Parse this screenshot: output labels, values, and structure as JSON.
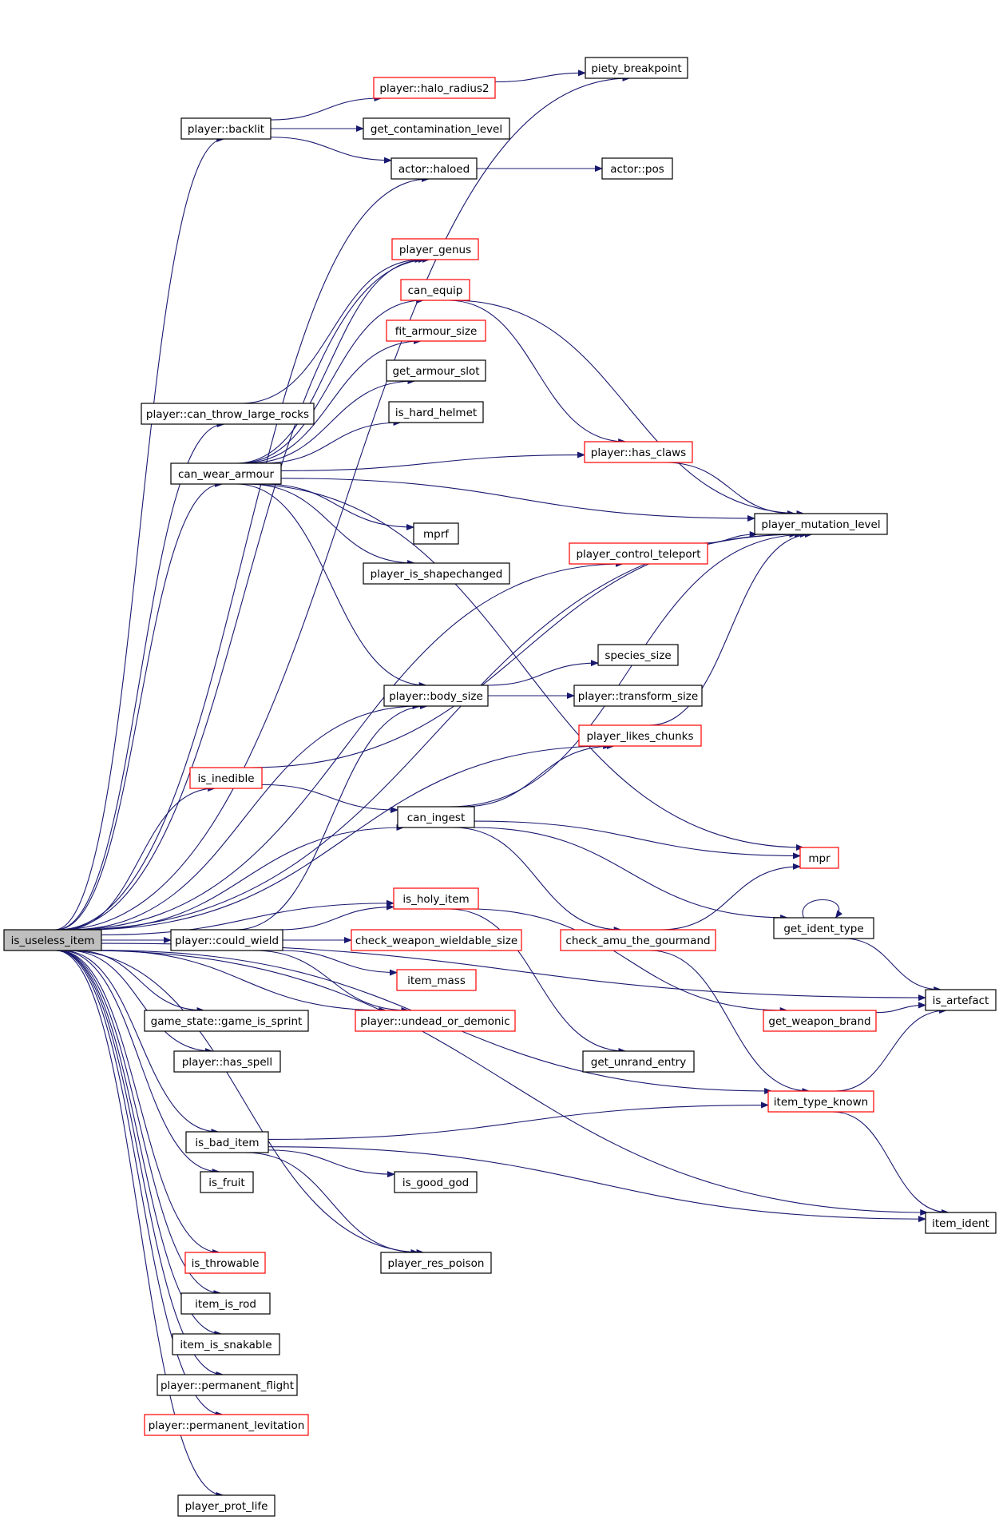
{
  "colors": {
    "edge": "#191970",
    "node_border_normal": "#000000",
    "node_border_truncated": "#ff0000",
    "root_fill": "#bfbfbf",
    "node_fill": "#ffffff"
  },
  "nodes": [
    {
      "id": "is_useless_item",
      "label": "is_useless_item",
      "kind": "root"
    },
    {
      "id": "piety_breakpoint",
      "label": "piety_breakpoint",
      "kind": "normal"
    },
    {
      "id": "halo_radius2",
      "label": "player::halo_radius2",
      "kind": "truncated"
    },
    {
      "id": "backlit",
      "label": "player::backlit",
      "kind": "normal"
    },
    {
      "id": "contam",
      "label": "get_contamination_level",
      "kind": "normal"
    },
    {
      "id": "haloed",
      "label": "actor::haloed",
      "kind": "normal"
    },
    {
      "id": "actor_pos",
      "label": "actor::pos",
      "kind": "normal"
    },
    {
      "id": "player_genus",
      "label": "player_genus",
      "kind": "truncated"
    },
    {
      "id": "can_equip",
      "label": "can_equip",
      "kind": "truncated"
    },
    {
      "id": "fit_armour_size",
      "label": "fit_armour_size",
      "kind": "truncated"
    },
    {
      "id": "get_armour_slot",
      "label": "get_armour_slot",
      "kind": "normal"
    },
    {
      "id": "can_throw",
      "label": "player::can_throw_large_rocks",
      "kind": "normal"
    },
    {
      "id": "is_hard_helmet",
      "label": "is_hard_helmet",
      "kind": "normal"
    },
    {
      "id": "has_claws",
      "label": "player::has_claws",
      "kind": "truncated"
    },
    {
      "id": "can_wear_armour",
      "label": "can_wear_armour",
      "kind": "normal"
    },
    {
      "id": "mutation_level",
      "label": "player_mutation_level",
      "kind": "normal"
    },
    {
      "id": "mprf",
      "label": "mprf",
      "kind": "normal"
    },
    {
      "id": "control_teleport",
      "label": "player_control_teleport",
      "kind": "truncated"
    },
    {
      "id": "shapechanged",
      "label": "player_is_shapechanged",
      "kind": "normal"
    },
    {
      "id": "species_size",
      "label": "species_size",
      "kind": "normal"
    },
    {
      "id": "body_size",
      "label": "player::body_size",
      "kind": "normal"
    },
    {
      "id": "transform_size",
      "label": "player::transform_size",
      "kind": "normal"
    },
    {
      "id": "likes_chunks",
      "label": "player_likes_chunks",
      "kind": "truncated"
    },
    {
      "id": "is_inedible",
      "label": "is_inedible",
      "kind": "truncated"
    },
    {
      "id": "can_ingest",
      "label": "can_ingest",
      "kind": "normal"
    },
    {
      "id": "mpr",
      "label": "mpr",
      "kind": "truncated"
    },
    {
      "id": "is_holy_item",
      "label": "is_holy_item",
      "kind": "truncated"
    },
    {
      "id": "get_ident_type",
      "label": "get_ident_type",
      "kind": "normal"
    },
    {
      "id": "could_wield",
      "label": "player::could_wield",
      "kind": "normal"
    },
    {
      "id": "check_wield_size",
      "label": "check_weapon_wieldable_size",
      "kind": "truncated"
    },
    {
      "id": "check_amu",
      "label": "check_amu_the_gourmand",
      "kind": "truncated"
    },
    {
      "id": "item_mass",
      "label": "item_mass",
      "kind": "truncated"
    },
    {
      "id": "is_artefact",
      "label": "is_artefact",
      "kind": "normal"
    },
    {
      "id": "game_is_sprint",
      "label": "game_state::game_is_sprint",
      "kind": "normal"
    },
    {
      "id": "undead_or_demonic",
      "label": "player::undead_or_demonic",
      "kind": "truncated"
    },
    {
      "id": "get_weapon_brand",
      "label": "get_weapon_brand",
      "kind": "truncated"
    },
    {
      "id": "has_spell",
      "label": "player::has_spell",
      "kind": "normal"
    },
    {
      "id": "get_unrand_entry",
      "label": "get_unrand_entry",
      "kind": "normal"
    },
    {
      "id": "item_type_known",
      "label": "item_type_known",
      "kind": "truncated"
    },
    {
      "id": "is_bad_item",
      "label": "is_bad_item",
      "kind": "normal"
    },
    {
      "id": "is_fruit",
      "label": "is_fruit",
      "kind": "normal"
    },
    {
      "id": "is_good_god",
      "label": "is_good_god",
      "kind": "normal"
    },
    {
      "id": "item_ident",
      "label": "item_ident",
      "kind": "normal"
    },
    {
      "id": "is_throwable",
      "label": "is_throwable",
      "kind": "truncated"
    },
    {
      "id": "res_poison",
      "label": "player_res_poison",
      "kind": "normal"
    },
    {
      "id": "item_is_rod",
      "label": "item_is_rod",
      "kind": "normal"
    },
    {
      "id": "item_is_snakable",
      "label": "item_is_snakable",
      "kind": "normal"
    },
    {
      "id": "permanent_flight",
      "label": "player::permanent_flight",
      "kind": "normal"
    },
    {
      "id": "permanent_levitation",
      "label": "player::permanent_levitation",
      "kind": "truncated"
    },
    {
      "id": "prot_life",
      "label": "player_prot_life",
      "kind": "normal"
    }
  ],
  "edges": [
    [
      "is_useless_item",
      "piety_breakpoint"
    ],
    [
      "is_useless_item",
      "backlit"
    ],
    [
      "is_useless_item",
      "haloed"
    ],
    [
      "is_useless_item",
      "mutation_level"
    ],
    [
      "is_useless_item",
      "player_genus"
    ],
    [
      "is_useless_item",
      "can_throw"
    ],
    [
      "is_useless_item",
      "can_wear_armour"
    ],
    [
      "is_useless_item",
      "control_teleport"
    ],
    [
      "is_useless_item",
      "body_size"
    ],
    [
      "is_useless_item",
      "likes_chunks"
    ],
    [
      "is_useless_item",
      "is_inedible"
    ],
    [
      "is_useless_item",
      "can_ingest"
    ],
    [
      "is_useless_item",
      "is_artefact"
    ],
    [
      "is_useless_item",
      "is_holy_item"
    ],
    [
      "is_useless_item",
      "could_wield"
    ],
    [
      "is_useless_item",
      "undead_or_demonic"
    ],
    [
      "is_useless_item",
      "game_is_sprint"
    ],
    [
      "is_useless_item",
      "has_spell"
    ],
    [
      "is_useless_item",
      "item_type_known"
    ],
    [
      "is_useless_item",
      "is_bad_item"
    ],
    [
      "is_useless_item",
      "is_fruit"
    ],
    [
      "is_useless_item",
      "res_poison"
    ],
    [
      "is_useless_item",
      "is_throwable"
    ],
    [
      "is_useless_item",
      "item_is_rod"
    ],
    [
      "is_useless_item",
      "item_is_snakable"
    ],
    [
      "is_useless_item",
      "permanent_flight"
    ],
    [
      "is_useless_item",
      "permanent_levitation"
    ],
    [
      "is_useless_item",
      "item_ident"
    ],
    [
      "is_useless_item",
      "prot_life"
    ],
    [
      "backlit",
      "halo_radius2"
    ],
    [
      "backlit",
      "contam"
    ],
    [
      "backlit",
      "haloed"
    ],
    [
      "halo_radius2",
      "piety_breakpoint"
    ],
    [
      "haloed",
      "actor_pos"
    ],
    [
      "can_throw",
      "player_genus"
    ],
    [
      "can_wear_armour",
      "player_genus"
    ],
    [
      "can_wear_armour",
      "can_equip"
    ],
    [
      "can_wear_armour",
      "fit_armour_size"
    ],
    [
      "can_wear_armour",
      "get_armour_slot"
    ],
    [
      "can_wear_armour",
      "is_hard_helmet"
    ],
    [
      "can_wear_armour",
      "has_claws"
    ],
    [
      "can_wear_armour",
      "mutation_level"
    ],
    [
      "can_wear_armour",
      "mprf"
    ],
    [
      "can_wear_armour",
      "shapechanged"
    ],
    [
      "can_wear_armour",
      "body_size"
    ],
    [
      "can_wear_armour",
      "mpr"
    ],
    [
      "can_equip",
      "mutation_level"
    ],
    [
      "can_equip",
      "has_claws"
    ],
    [
      "has_claws",
      "mutation_level"
    ],
    [
      "control_teleport",
      "mutation_level"
    ],
    [
      "body_size",
      "species_size"
    ],
    [
      "body_size",
      "transform_size"
    ],
    [
      "likes_chunks",
      "mutation_level"
    ],
    [
      "is_inedible",
      "mutation_level"
    ],
    [
      "is_inedible",
      "can_ingest"
    ],
    [
      "can_ingest",
      "likes_chunks"
    ],
    [
      "can_ingest",
      "mutation_level"
    ],
    [
      "can_ingest",
      "mpr"
    ],
    [
      "can_ingest",
      "get_ident_type"
    ],
    [
      "can_ingest",
      "check_amu"
    ],
    [
      "check_amu",
      "mpr"
    ],
    [
      "check_amu",
      "item_type_known"
    ],
    [
      "get_ident_type",
      "get_ident_type"
    ],
    [
      "get_ident_type",
      "is_artefact"
    ],
    [
      "could_wield",
      "body_size"
    ],
    [
      "could_wield",
      "is_holy_item"
    ],
    [
      "could_wield",
      "check_wield_size"
    ],
    [
      "could_wield",
      "item_mass"
    ],
    [
      "could_wield",
      "undead_or_demonic"
    ],
    [
      "is_holy_item",
      "get_unrand_entry"
    ],
    [
      "is_holy_item",
      "get_weapon_brand"
    ],
    [
      "get_weapon_brand",
      "is_artefact"
    ],
    [
      "item_type_known",
      "is_artefact"
    ],
    [
      "item_type_known",
      "item_ident"
    ],
    [
      "is_bad_item",
      "item_type_known"
    ],
    [
      "is_bad_item",
      "is_good_god"
    ],
    [
      "is_bad_item",
      "res_poison"
    ],
    [
      "is_bad_item",
      "item_ident"
    ]
  ]
}
